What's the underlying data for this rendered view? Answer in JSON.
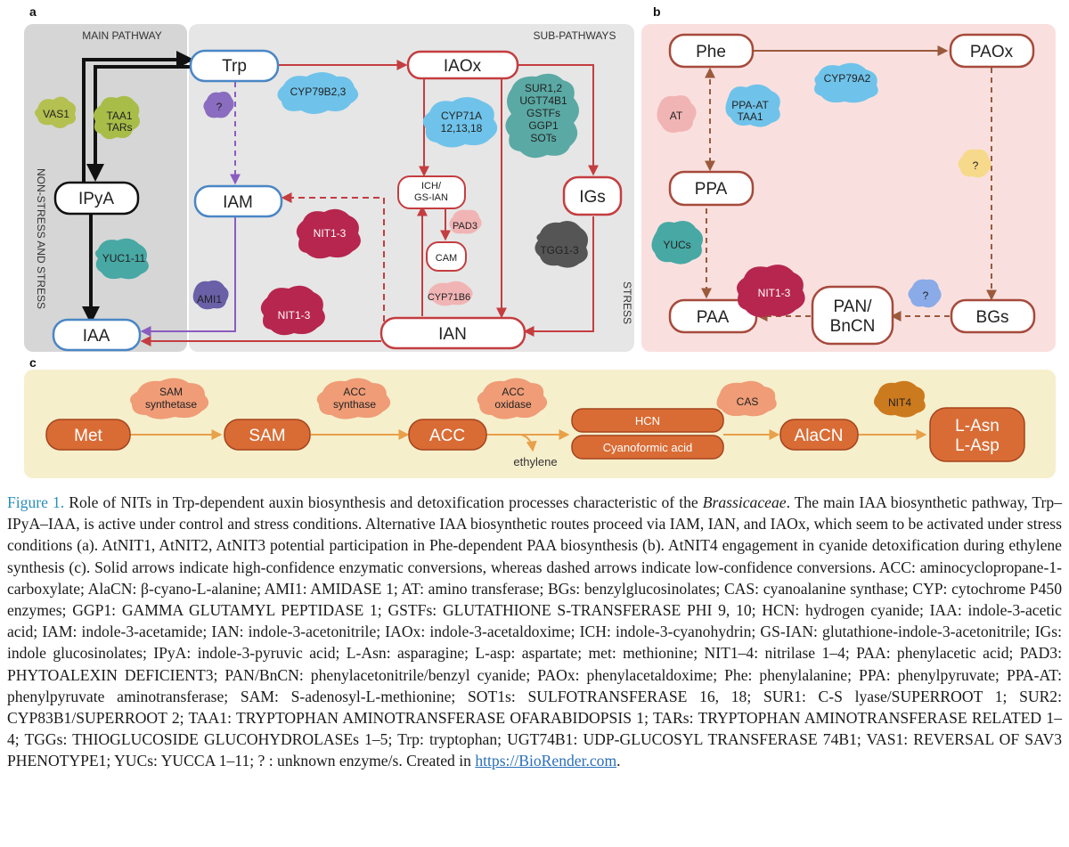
{
  "panels": {
    "a": {
      "label": "a",
      "main_heading": "MAIN PATHWAY",
      "sub_heading": "SUB-PATHWAYS",
      "side_label": "NON-STRESS AND STRESS",
      "stress_label": "STRESS",
      "nodes": {
        "trp": "Trp",
        "iaox": "IAOx",
        "ipya": "IPyA",
        "iam": "IAM",
        "igs": "IGs",
        "ian": "IAN",
        "iaa": "IAA",
        "ich": "ICH/\nGS-IAN",
        "cam": "CAM"
      },
      "enzymes": {
        "vas1": "VAS1",
        "taa1": "TAA1\nTARs",
        "q": "?",
        "cyp79b": "CYP79B2,3",
        "cyp71a": "CYP71A\n12,13,18",
        "sur": "SUR1,2\nUGT74B1\nGSTFs\nGGP1\nSOTs",
        "yuc": "YUC1-11",
        "nit13a": "NIT1-3",
        "pad3": "PAD3",
        "tgg": "TGG1-3",
        "ami1": "AMI1",
        "nit13b": "NIT1-3",
        "cyp71b6": "CYP71B6"
      }
    },
    "b": {
      "label": "b",
      "nodes": {
        "phe": "Phe",
        "paox": "PAOx",
        "ppa": "PPA",
        "paa": "PAA",
        "pan": "PAN/\nBnCN",
        "bgs": "BGs"
      },
      "enzymes": {
        "cyp79a2": "CYP79A2",
        "at": "AT",
        "ppaat": "PPA-AT\nTAA1",
        "q1": "?",
        "yucs": "YUCs",
        "nit13": "NIT1-3",
        "q2": "?"
      }
    },
    "c": {
      "label": "c",
      "nodes": {
        "met": "Met",
        "sam": "SAM",
        "acc": "ACC",
        "hcn": "HCN",
        "cyano": "Cyanoformic acid",
        "alacn": "AlaCN",
        "lasn": "L-Asn\nL-Asp"
      },
      "enzymes": {
        "samsyn": "SAM\nsynthetase",
        "accsyn": "ACC\nsynthase",
        "accox": "ACC\noxidase",
        "cas": "CAS",
        "nit4": "NIT4"
      },
      "ethylene": "ethylene"
    }
  },
  "colors": {
    "panel_a_bg": "#e6e6e6",
    "panel_b_bg": "#f9e0df",
    "panel_c_bg": "#f6efcc",
    "node_blue_stroke": "#4a86c5",
    "node_red_stroke": "#c43d40",
    "node_brown_stroke": "#a64a3c",
    "node_orange_fill": "#d96c35",
    "dashed_purple": "#8a5cc0",
    "dashed_red": "#c43d40",
    "dashed_brown": "#9b5a3c",
    "arrow_orange": "#e8a04a"
  },
  "caption": {
    "figure_label": "Figure 1.",
    "t1": " Role of NITs in Trp-dependent auxin biosynthesis and detoxification processes characteristic of the ",
    "family": "Brassicaceae",
    "t2": ". The main IAA biosynthetic pathway, Trp–IPyA–IAA, is active under control and stress conditions. Alternative IAA biosynthetic routes proceed via IAM, IAN, and IAOx, which seem to be activated under stress conditions (a). AtNIT1, AtNIT2, AtNIT3 potential participation in Phe-dependent PAA biosynthesis (b). AtNIT4 engagement in cyanide detoxification during ethylene synthesis (c). Solid arrows indicate high-confidence enzymatic conversions, whereas dashed arrows indicate low-confidence conversions. ACC: aminocyclopropane-1-carboxylate; AlaCN: β-cyano-L-alanine; AMI1: AMIDASE 1; AT: amino transferase; BGs: benzylglucosinolates; CAS: cyanoalanine synthase; CYP: cytochrome P450 enzymes; GGP1: GAMMA GLUTAMYL PEPTIDASE 1; GSTFs: GLUTATHIONE S-TRANSFERASE PHI 9, 10; HCN: hydrogen cyanide; IAA: indole-3-acetic acid; IAM: indole-3-acetamide; IAN: indole-3-acetonitrile; IAOx: indole-3-acetaldoxime; ICH: indole-3-cyanohydrin; GS-IAN: glutathione-indole-3-acetonitrile; IGs: indole glucosinolates; IPyA: indole-3-pyruvic acid; L-Asn: asparagine; L-asp: aspartate; met: methionine; NIT1–4: nitrilase 1–4; PAA: phenylacetic acid; PAD3: PHYTOALEXIN DEFICIENT3; PAN/BnCN: phenylacetonitrile/benzyl cyanide; PAOx: phenylacetaldoxime; Phe: phenylalanine; PPA: phenylpyruvate; PPA-AT: phenylpyruvate aminotransferase; SAM: S-adenosyl-L-methionine; SOT1s: SULFOTRANSFERASE 16, 18; SUR1: C-S lyase/SUPERROOT 1; SUR2: CYP83B1/SUPERROOT 2; TAA1: TRYPTOPHAN AMINOTRANSFERASE OFARABIDOPSIS 1; TARs: TRYPTOPHAN AMINOTRANSFERASE RELATED 1–4; TGGs: THIOGLUCOSIDE GLUCOHYDROLASEs 1–5; Trp: tryptophan; UGT74B1: UDP-GLUCOSYL TRANSFERASE 74B1; VAS1: REVERSAL OF SAV3 PHENOTYPE1; YUCs: YUCCA 1–11; ? : unknown enzyme/s. Created in ",
    "link": "https://BioRender.com",
    "t3": "."
  }
}
